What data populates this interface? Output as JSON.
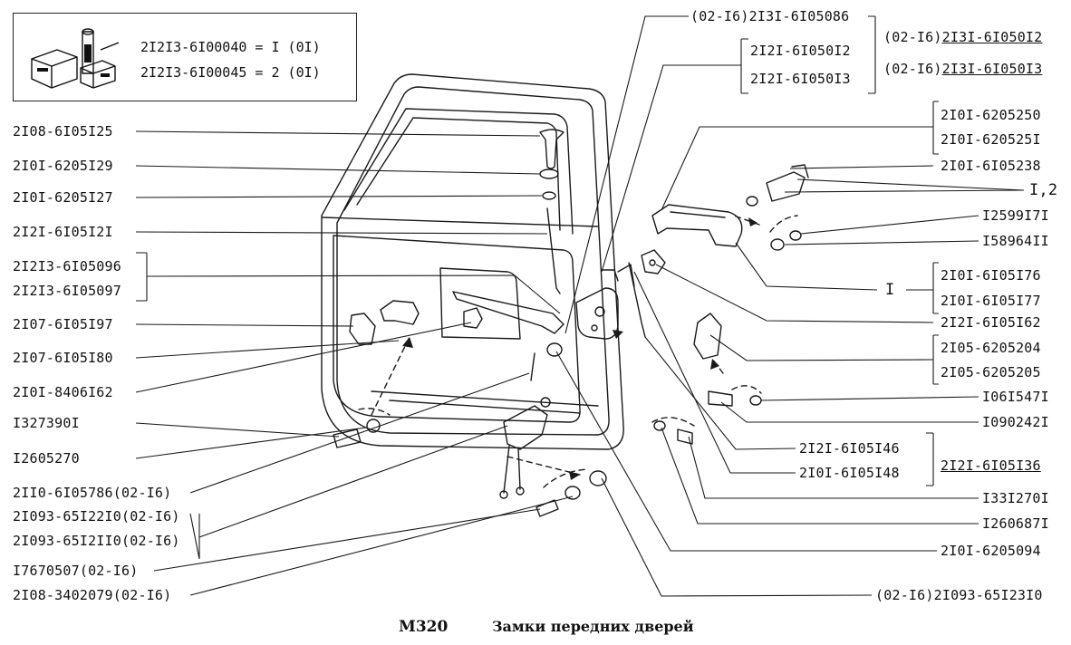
{
  "kit": {
    "line1": "2I2I3-6I00040 = I (0I)",
    "line2": "2I2I3-6I00045 = 2 (0I)",
    "icon": "parts-kit-icon"
  },
  "labels_left": [
    "2I08-6I05I25",
    "2I0I-6205I29",
    "2I0I-6205I27",
    "2I2I-6I05I2I",
    "2I2I3-6I05096",
    "2I2I3-6I05097",
    "2I07-6I05I97",
    "2I07-6I05I80",
    "2I0I-8406I62",
    "I327390I",
    "I2605270",
    "2II0-6I05786(02-I6)",
    "2I093-65I22I0(02-I6)",
    "2I093-65I2II0(02-I6)",
    "I7670507(02-I6)",
    "2I08-3402079(02-I6)"
  ],
  "labels_top": {
    "l1": "(02-I6)2I3I-6I05086",
    "l2": "2I2I-6I050I2",
    "l3": "2I2I-6I050I3",
    "r1_prefix": "(02-I6)",
    "r1_code": "2I3I-6I050I2",
    "r2_prefix": "(02-I6)",
    "r2_code": "2I3I-6I050I3"
  },
  "labels_right": {
    "g1a": "2I0I-6205250",
    "g1b": "2I0I-620525I",
    "a": "2I0I-6I05238",
    "b": "I,2",
    "c": "I2599I7I",
    "d": "I58964II",
    "e": "I",
    "g2a": "2I0I-6I05I76",
    "g2b": "2I0I-6I05I77",
    "f": "2I2I-6I05I62",
    "g3a": "2I05-6205204",
    "g3b": "2I05-6205205",
    "g": "I06I547I",
    "h": "I090242I",
    "i": "2I2I-6I05I46",
    "j": "2I0I-6I05I48",
    "k": "2I2I-6I05I36",
    "l": "I33I270I",
    "m": "I260687I",
    "n": "2I0I-6205094",
    "o": "(02-I6)2I093-65I23I0"
  },
  "footer": {
    "code": "M320",
    "title": "Замки передних дверей"
  }
}
